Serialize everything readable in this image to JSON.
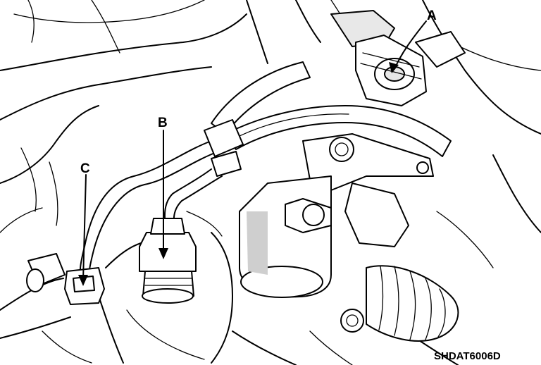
{
  "figure": {
    "callouts": {
      "a": "A",
      "b": "B",
      "c": "C"
    },
    "figure_code": "SHDAT6006D"
  }
}
